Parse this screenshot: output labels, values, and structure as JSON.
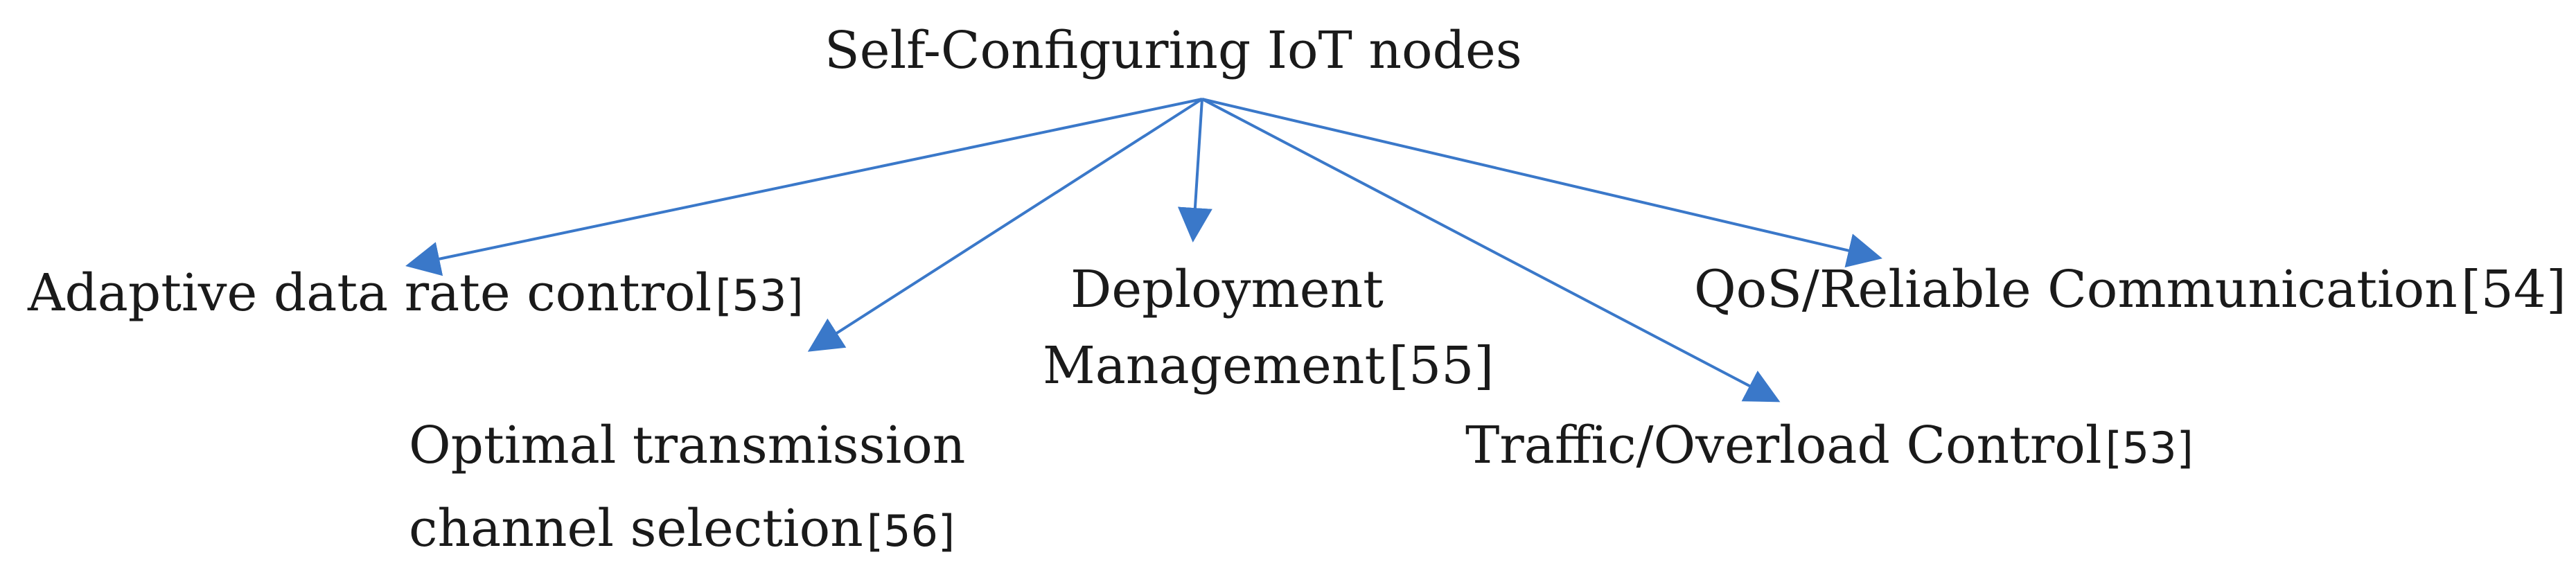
{
  "diagram": {
    "root": {
      "label": "Self-Configuring IoT nodes"
    },
    "children": [
      {
        "id": "adaptive",
        "label": "Adaptive data rate control",
        "ref": "[53]"
      },
      {
        "id": "optimal",
        "label_line1": "Optimal transmission",
        "label_line2": "channel selection",
        "ref": "[56]"
      },
      {
        "id": "deployment",
        "label_line1": "Deployment",
        "label_line2": "Management",
        "ref": "[55]"
      },
      {
        "id": "traffic",
        "label": "Traffic/Overload Control",
        "ref": "[53]"
      },
      {
        "id": "qos",
        "label": "QoS/Reliable Communication",
        "ref": "[54]"
      }
    ],
    "colors": {
      "arrow": "#3a78c9",
      "text": "#1a1a1a"
    }
  }
}
